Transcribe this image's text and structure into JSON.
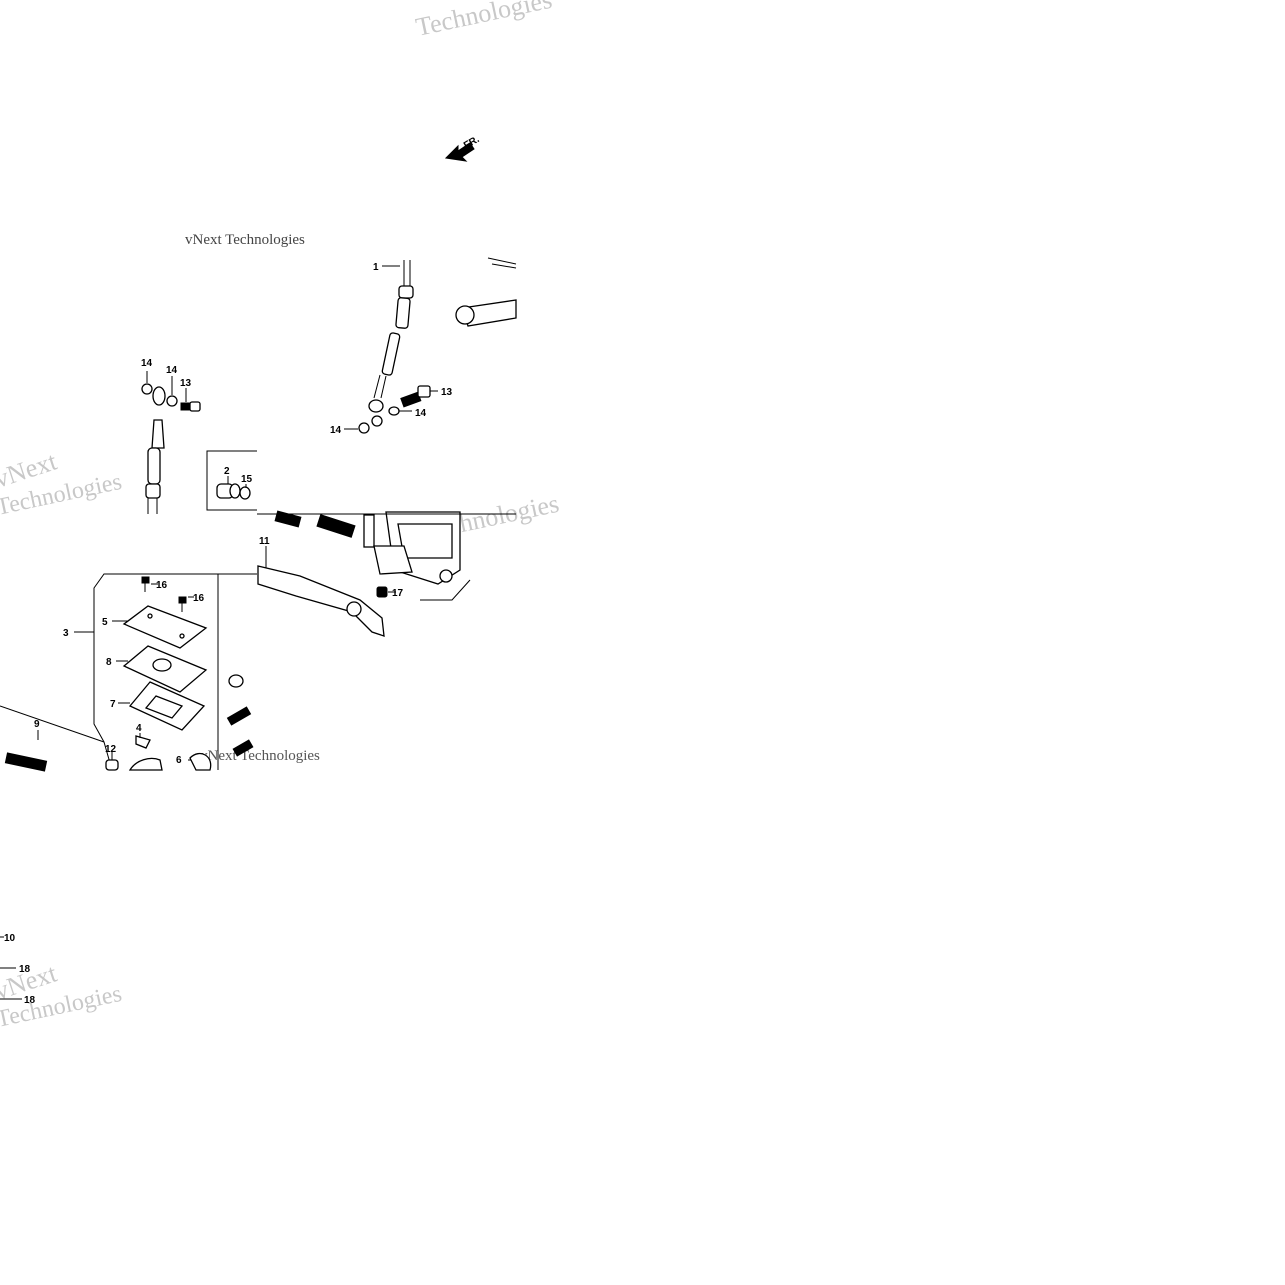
{
  "diagram": {
    "direction_label": "FR.",
    "callouts": {
      "c1": "1",
      "c2": "2",
      "c3": "3",
      "c4": "4",
      "c5": "5",
      "c6": "6",
      "c7": "7",
      "c8": "8",
      "c9": "9",
      "c10": "10",
      "c11": "11",
      "c12": "12",
      "c13a": "13",
      "c13b": "13",
      "c14a": "14",
      "c14b": "14",
      "c14c": "14",
      "c14d": "14",
      "c15": "15",
      "c16a": "16",
      "c16b": "16",
      "c17": "17",
      "c18a": "18",
      "c18b": "18"
    },
    "watermarks": {
      "w1": "Technologies",
      "w2": "vNext Technologies",
      "w3": "vNext",
      "w4": "Technologies",
      "w5": "Technologies",
      "w6": "vNext Technologies",
      "w7": "vNext",
      "w8": "Technologies"
    }
  }
}
